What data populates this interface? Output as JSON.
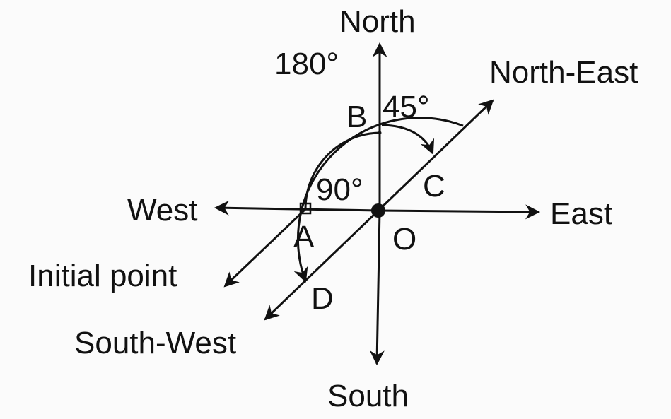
{
  "labels": {
    "north": "North",
    "south": "South",
    "east": "East",
    "west": "West",
    "north_east": "North-East",
    "south_west": "South-West",
    "initial_point": "Initial point",
    "angle_180": "180°",
    "angle_90": "90°",
    "angle_45": "45°",
    "point_a": "A",
    "point_b": "B",
    "point_c": "C",
    "point_d": "D",
    "point_o": "O"
  }
}
